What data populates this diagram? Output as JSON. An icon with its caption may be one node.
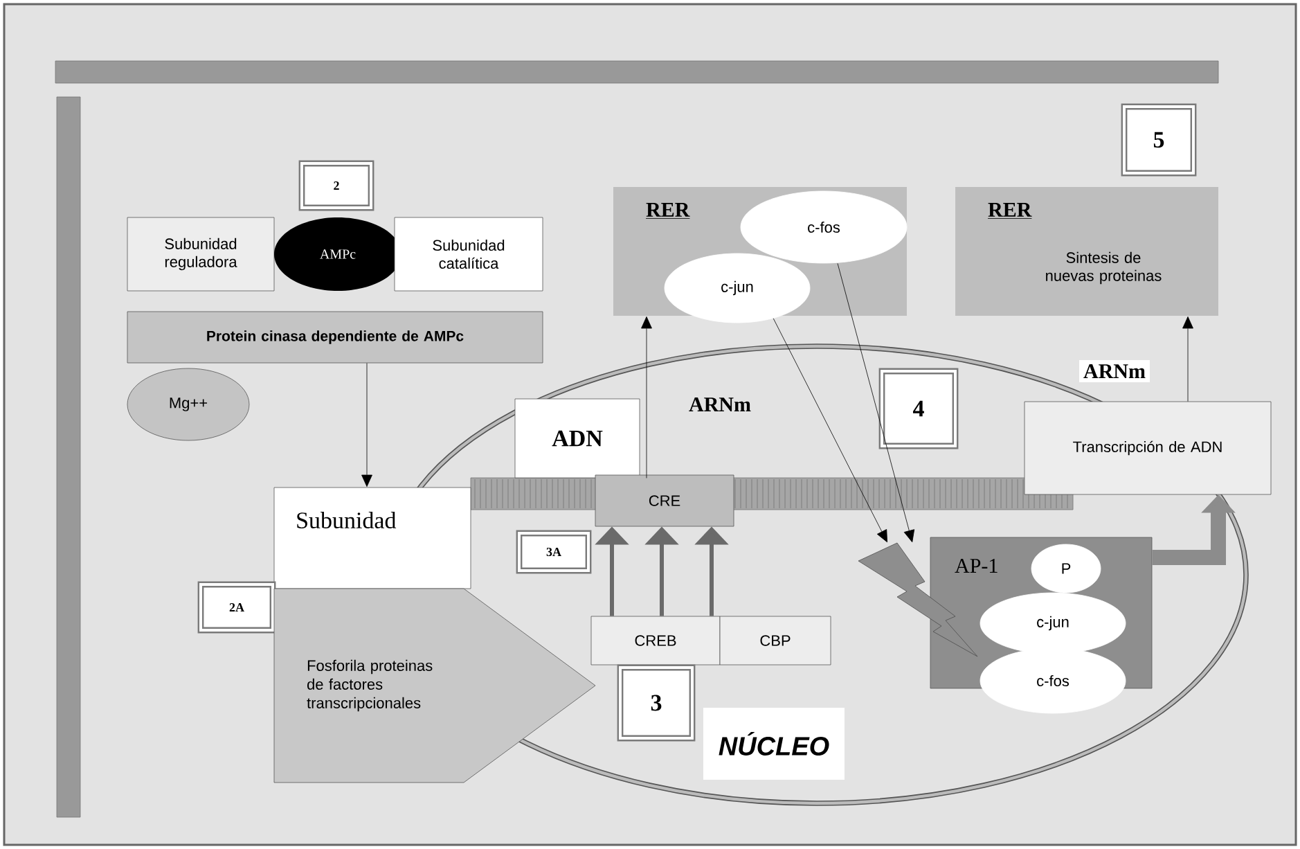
{
  "diagram": {
    "nodes": [
      {
        "text": [
          "2"
        ]
      },
      {
        "text": [
          "Subunidad reguladora"
        ]
      },
      {
        "text": [
          "AMPc"
        ]
      },
      {
        "text": [
          "Subunidad catalítica"
        ]
      },
      {
        "text": [
          "Protein cinasa dependiente de AMPc"
        ]
      },
      {
        "text": [
          "Mg++"
        ]
      },
      {
        "text": [
          "RER"
        ]
      },
      {
        "text": [
          "c-fos"
        ],
        "in": 6
      },
      {
        "text": [
          "c-jun"
        ],
        "in": 6
      },
      {
        "text": [
          "5"
        ]
      },
      {
        "text": [
          "RER",
          "Sintesis de nuevas proteinas"
        ]
      },
      {
        "text": [
          "ADN"
        ],
        "in": 14
      },
      {
        "text": [
          "4"
        ],
        "in": 14
      },
      {
        "text": [
          "Transcripción de ADN"
        ]
      },
      {
        "text": [
          "NÚCLEO"
        ]
      },
      {
        "text": [
          "CRE"
        ],
        "in": 14
      },
      {
        "text": [
          "Subunidad"
        ]
      },
      {
        "text": [
          "3A"
        ],
        "in": 14
      },
      {
        "text": [
          "2A"
        ]
      },
      {
        "text": [
          "Fosforila proteinas de factores transcripcionales"
        ]
      },
      {
        "text": [
          "CREB"
        ],
        "in": 14
      },
      {
        "text": [
          "CBP"
        ],
        "in": 14
      },
      {
        "text": [
          "3"
        ],
        "in": 14
      },
      {
        "text": [],
        "shape": "lightning",
        "in": 14
      },
      {
        "text": [
          "AP-1"
        ],
        "in": 14
      },
      {
        "text": [
          "P"
        ],
        "in": 24
      },
      {
        "text": [
          "c-jun"
        ],
        "in": 24
      },
      {
        "text": [
          "c-fos"
        ],
        "in": 14
      }
    ],
    "edges": [
      {
        "from": 4,
        "to": 16,
        "arrow": "to"
      },
      {
        "from": 11,
        "to": 6,
        "arrow": "to",
        "label": "ARNm"
      },
      {
        "from": 13,
        "to": 10,
        "arrow": "to",
        "label": "ARNm"
      },
      {
        "from": 20,
        "to": 15,
        "arrow": "to",
        "style": "thick",
        "color": "#6a6a6a"
      },
      {
        "from": 20,
        "to": 15,
        "arrow": "to",
        "style": "thick",
        "color": "#6a6a6a"
      },
      {
        "from": 20,
        "to": 15,
        "arrow": "to",
        "style": "thick",
        "color": "#6a6a6a"
      },
      {
        "from": 8,
        "to": 23,
        "arrow": "to"
      },
      {
        "from": 7,
        "to": 23,
        "arrow": "to"
      },
      {
        "from": 24,
        "to": 13,
        "arrow": "to",
        "style": "thick",
        "color": "#8c8c8c"
      }
    ]
  }
}
